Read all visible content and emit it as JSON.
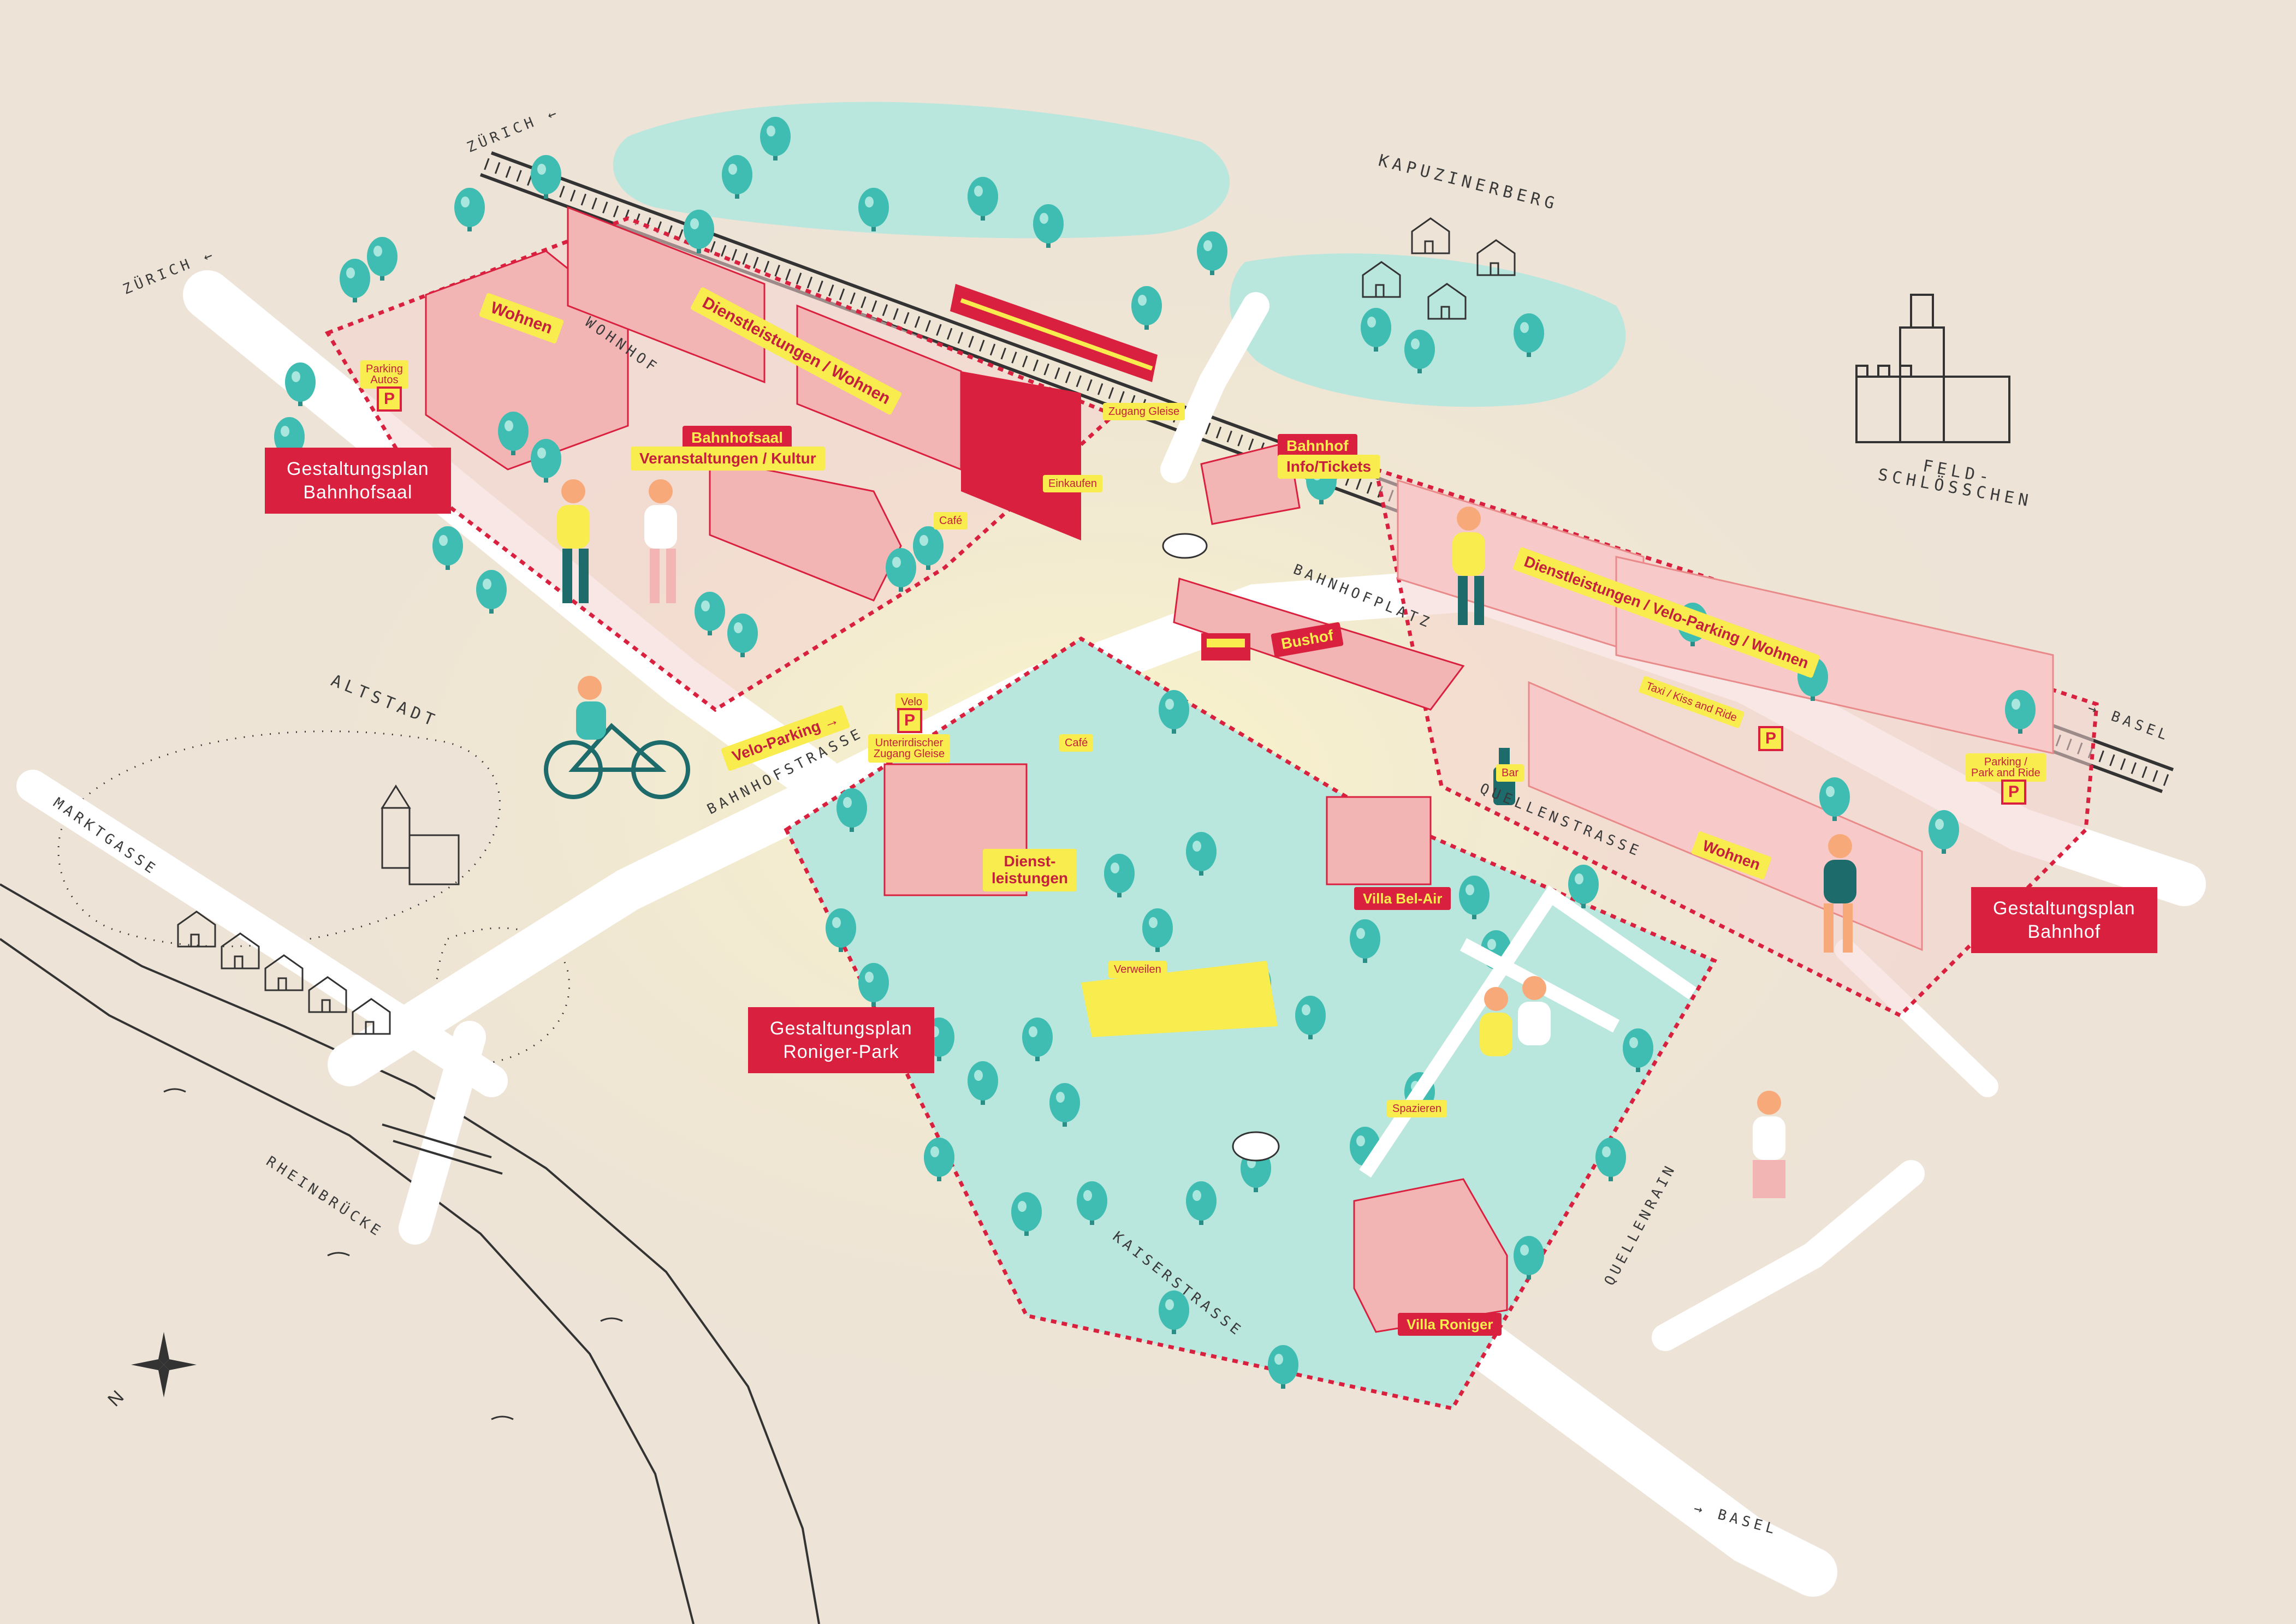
{
  "map": {
    "background_color": "#ede3d6",
    "accent_red": "#d9203f",
    "accent_yellow": "#f8ec4e",
    "green_color": "#b9e6dd",
    "tree_color": "#3fbdb2",
    "building_color": "#f3b4b4",
    "road_color": "#ffffff",
    "places": {
      "kapuzinerberg": "KAPUZINERBERG",
      "altstadt": "ALTSTADT",
      "feldschloesschen": "FELD-\nSCHLÖSSCHEN"
    },
    "streets": {
      "bahnhofstrasse": "BAHNHOFSTRASSE",
      "kaiserstrasse": "KAISERSTRASSE",
      "quellenstrasse": "QUELLENSTRASSE",
      "quellenrain": "QUELLENRAIN",
      "marktgasse": "MARKTGASSE",
      "rheinbruecke": "RHEINBRÜCKE",
      "bahnhofplatz": "BAHNHOFPLATZ",
      "wohnhof": "WOHNHOF"
    },
    "directions": {
      "zurich_top": "ZÜRICH ←",
      "zurich_left": "ZÜRICH ←",
      "basel_right": "→ BASEL",
      "basel_bottom": "→ BASEL"
    },
    "compass": {
      "label": "N",
      "icon": "compass-rose-icon"
    },
    "plan_areas": [
      {
        "id": "bahnhofsaal",
        "label": "Gestaltungsplan\nBahnhofsaal"
      },
      {
        "id": "roniger-park",
        "label": "Gestaltungsplan\nRoniger-Park"
      },
      {
        "id": "bahnhof",
        "label": "Gestaltungsplan\nBahnhof"
      }
    ],
    "building_labels": {
      "wohnen_1": "Wohnen",
      "dienstleistungen_wohnen": "Dienstleistungen / Wohnen",
      "bahnhofsaal": "Bahnhofsaal",
      "veranstaltungen": "Veranstaltungen / Kultur",
      "bahnhof": "Bahnhof",
      "info_tickets": "Info/Tickets",
      "dvw": "Dienstleistungen / Velo-Parking / Wohnen",
      "bushof": "Bushof",
      "dienstleistungen": "Dienst-\nleistungen",
      "villa_bel_air": "Villa Bel-Air",
      "villa_roniger": "Villa Roniger",
      "wohnen_2": "Wohnen",
      "velo_parking": "Velo-Parking →"
    },
    "small_labels": {
      "parking_autos": "Parking\nAutos",
      "zugang_gleise": "Zugang Gleise",
      "einkaufen": "Einkaufen",
      "cafe_1": "Café",
      "velo": "Velo",
      "unterirdischer": "Unterirdischer\nZugang Gleise",
      "cafe_2": "Café",
      "verweilen": "Verweilen",
      "spazieren": "Spazieren",
      "taxi": "Taxi / Kiss and Ride",
      "park_and_ride": "Parking /\nPark and Ride",
      "bar": "Bar"
    },
    "parking_symbol": "P",
    "icons": {
      "train": "train-icon",
      "bus": "bus-icon",
      "bicycle": "bicycle-icon",
      "castle": "castle-icon",
      "church": "church-icon",
      "bottle": "bar-bottle-icon"
    }
  }
}
